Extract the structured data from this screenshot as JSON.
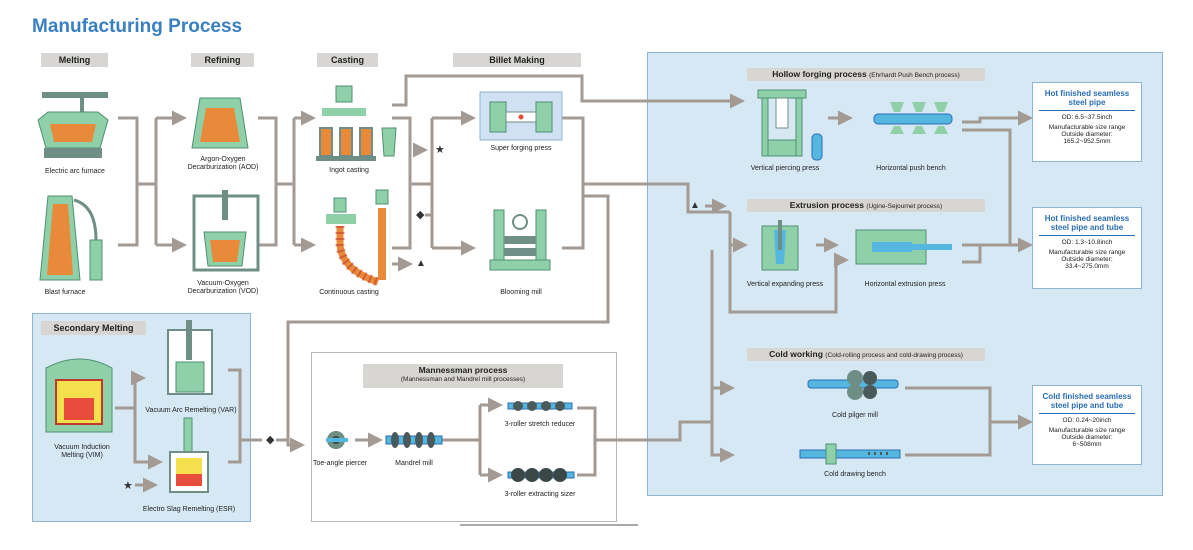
{
  "title": "Manufacturing Process",
  "headers": {
    "melting": "Melting",
    "refining": "Refining",
    "casting": "Casting",
    "billet": "Billet Making",
    "secondary": "Secondary Melting"
  },
  "equipment": {
    "eaf": "Electric arc furnace",
    "blast": "Blast furnace",
    "aod": "Argon-Oxygen\nDecarburization (AOD)",
    "vod": "Vacuum-Oxygen\nDecarburization (VOD)",
    "ingot": "Ingot casting",
    "continuous": "Continuous casting",
    "super_forging": "Super forging press",
    "blooming": "Blooming mill",
    "vim": "Vacuum Induction\nMelting (VIM)",
    "var": "Vacuum Arc Remelting (VAR)",
    "esr": "Electro Slag Remelting (ESR)",
    "vertical_piercing": "Vertical piercing press",
    "push_bench": "Horizontal push bench",
    "vertical_expanding": "Vertical expanding press",
    "horizontal_extrusion": "Horizontal extrusion press",
    "cold_pilger": "Cold pilger mill",
    "cold_drawing": "Cold drawing bench",
    "toe_angle": "Toe-angle piercer",
    "mandrel": "Mandrel mill",
    "stretch_reducer": "3-roller stretch reducer",
    "extracting_sizer": "3-roller extracting sizer"
  },
  "processes": {
    "hollow_forging": {
      "name": "Hollow forging process",
      "sub": "(Ehrhardt Push Bench process)"
    },
    "extrusion": {
      "name": "Extrusion process",
      "sub": "(Ugine-Sejournet process)"
    },
    "cold_working": {
      "name": "Cold working",
      "sub": "(Cold-rolling process and cold-drawing process)"
    },
    "mannesmann": {
      "name": "Mannessman process",
      "sub": "(Mannessman and Mandrel mill processes)"
    }
  },
  "results": [
    {
      "title": "Hot finished seamless\nsteel pipe",
      "od": "OD: 6.5~37.5inch",
      "range_label": "Manufacturable size range\nOutside diameter:",
      "range": "165.2~952.5mm"
    },
    {
      "title": "Hot finished seamless\nsteel pipe and tube",
      "od": "OD: 1.3~10.8inch",
      "range_label": "Manufacturable size range\nOutside diameter:",
      "range": "33.4~275.0mm"
    },
    {
      "title": "Cold finished seamless\nsteel pipe and tube",
      "od": "OD: 0.24~20inch",
      "range_label": "Manufacturable size range\nOutside diameter:",
      "range": "6~508mm"
    }
  ],
  "symbols": {
    "star": "★",
    "diamond": "◆",
    "triangle": "▲"
  },
  "colors": {
    "title": "#3a7fc1",
    "panel": "#d7e8f5",
    "arrow": "#a39a94",
    "machine": "#8fd0a9",
    "molten": "#e98a3a",
    "result_title": "#2a6db3"
  }
}
